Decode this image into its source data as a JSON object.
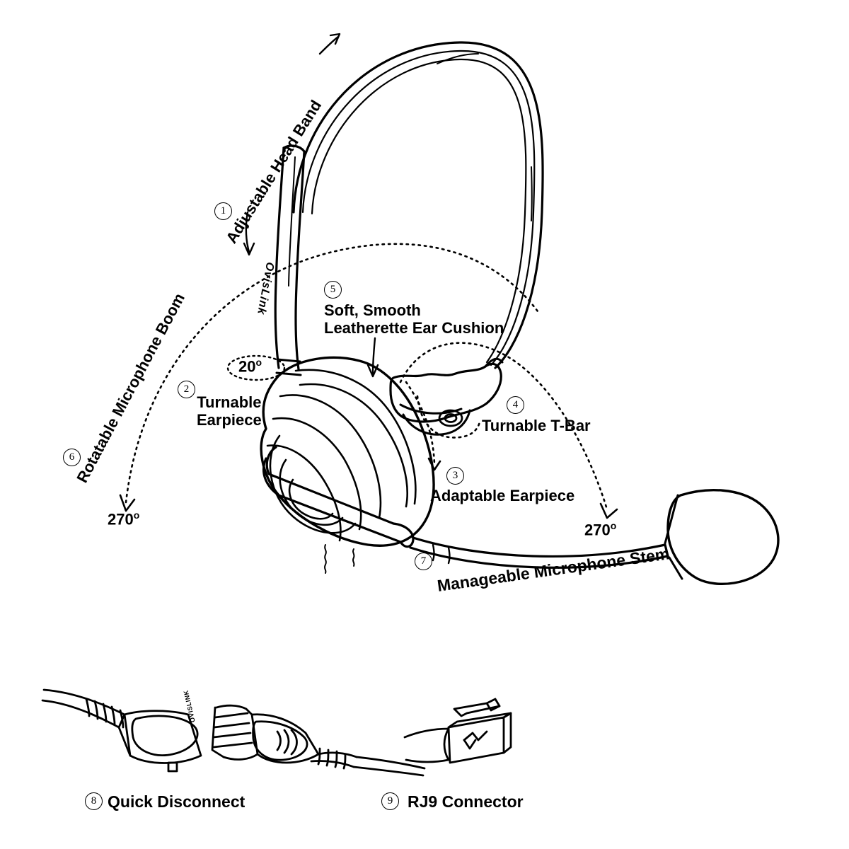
{
  "diagram": {
    "title": "Headset Feature Callout Diagram",
    "brand": "OvisLink",
    "brand_connector": "OVISLINK",
    "stroke_color": "#000000",
    "background_color": "#ffffff"
  },
  "callouts": [
    {
      "number": "1",
      "label": "Adjustable Head Band",
      "rotation_deg": -58
    },
    {
      "number": "2",
      "label_line1": "Turnable",
      "label_line2": "Earpiece",
      "rotation_deg": 0
    },
    {
      "number": "3",
      "label": "Adaptable Earpiece",
      "rotation_deg": 0
    },
    {
      "number": "4",
      "label": "Turnable T-Bar",
      "rotation_deg": 0
    },
    {
      "number": "5",
      "label_line1": "Soft, Smooth",
      "label_line2": "Leatherette Ear Cushion",
      "rotation_deg": 0
    },
    {
      "number": "6",
      "label": "Rotatable Microphone Boom",
      "rotation_deg": -62
    },
    {
      "number": "7",
      "label": "Manageable Microphone Stem",
      "rotation_deg": -8
    },
    {
      "number": "8",
      "label": "Quick Disconnect",
      "rotation_deg": 0
    },
    {
      "number": "9",
      "label": "RJ9 Connector",
      "rotation_deg": 0
    }
  ],
  "angles": [
    {
      "id": "earpiece-tilt",
      "value": "20",
      "unit": "o"
    },
    {
      "id": "boom-rotation",
      "value": "270",
      "unit": "o"
    },
    {
      "id": "tbar-rotation",
      "value": "270",
      "unit": "o"
    }
  ]
}
